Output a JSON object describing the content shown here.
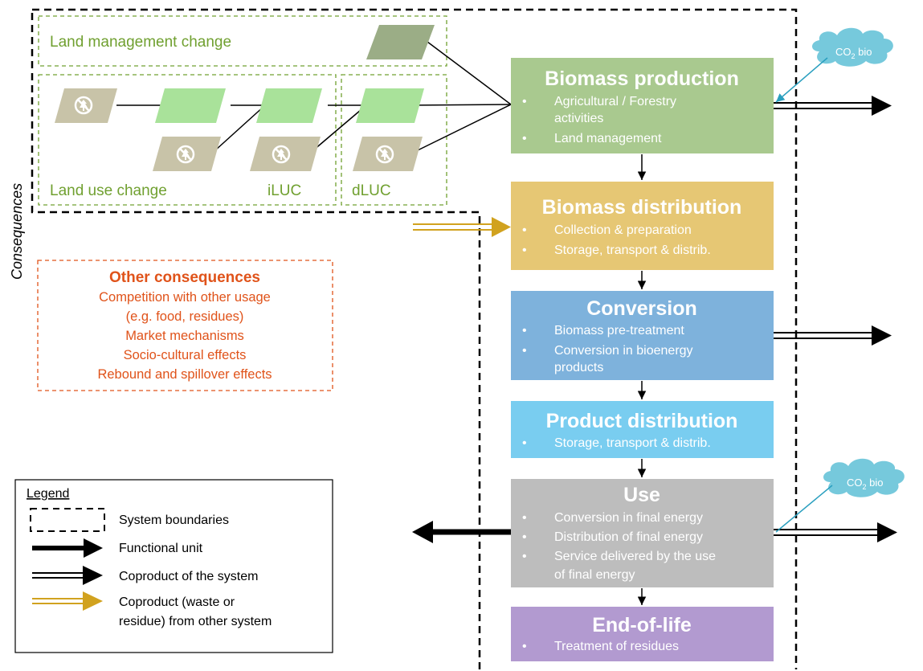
{
  "side_label": "Consequences",
  "luc": {
    "land_management_change": "Land management change",
    "land_use_change": "Land use change",
    "iluc": "iLUC",
    "dluc": "dLUC"
  },
  "stages": [
    {
      "id": "biomass-production",
      "title": "Biomass production",
      "color": "#a9c98f",
      "bullets": [
        [
          "Agricultural / Forestry",
          "activities"
        ],
        [
          "Land management"
        ]
      ]
    },
    {
      "id": "biomass-distribution",
      "title": "Biomass distribution",
      "color": "#e6c774",
      "bullets": [
        [
          "Collection & preparation"
        ],
        [
          "Storage, transport & distrib."
        ]
      ]
    },
    {
      "id": "conversion",
      "title": "Conversion",
      "color": "#7eb2dc",
      "bullets": [
        [
          "Biomass pre-treatment"
        ],
        [
          "Conversion in bioenergy",
          "products"
        ]
      ]
    },
    {
      "id": "product-distribution",
      "title": "Product distribution",
      "color": "#79cdf0",
      "bullets": [
        [
          "Storage, transport & distrib."
        ]
      ]
    },
    {
      "id": "use",
      "title": "Use",
      "color": "#bdbdbd",
      "bullets": [
        [
          "Conversion in final energy"
        ],
        [
          "Distribution of final energy"
        ],
        [
          "Service delivered by the use",
          "of final energy"
        ]
      ]
    },
    {
      "id": "end-of-life",
      "title": "End-of-life",
      "color": "#b29ad0",
      "bullets": [
        [
          "Treatment of residues"
        ]
      ]
    }
  ],
  "other_consequences": {
    "title": "Other consequences",
    "lines": [
      "Competition with other usage",
      "(e.g. food, residues)",
      "Market mechanisms",
      "Socio-cultural effects",
      "Rebound and spillover effects"
    ]
  },
  "cloud": {
    "prefix": "CO",
    "subscript": "2",
    "suffix": " bio"
  },
  "legend": {
    "title": "Legend",
    "items": [
      {
        "kind": "system-boundaries",
        "lines": [
          "System boundaries"
        ]
      },
      {
        "kind": "functional-unit",
        "lines": [
          "Functional unit"
        ]
      },
      {
        "kind": "coproduct-system",
        "lines": [
          "Coproduct of the system"
        ]
      },
      {
        "kind": "coproduct-other",
        "lines": [
          "Coproduct (waste or",
          "residue) from other system"
        ]
      }
    ]
  },
  "colors": {
    "land_green": "#a9e29a",
    "land_dark": "#9bad86",
    "land_gray": "#c8c3a8",
    "dashed_green": "#70a030",
    "orange": "#e0531a",
    "gold_arrow": "#d1a21f",
    "cloud": "#76c9dc",
    "cloud_line": "#2a9fbf"
  }
}
